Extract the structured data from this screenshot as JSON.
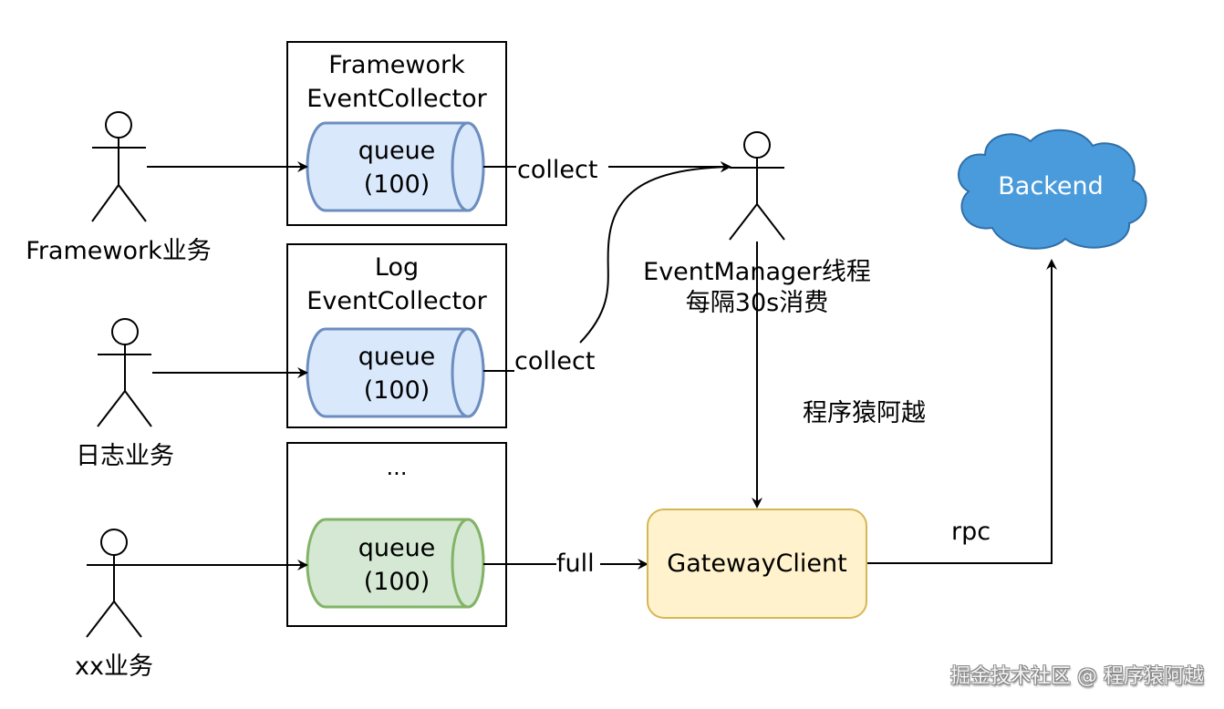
{
  "actors": [
    {
      "id": "framework",
      "label": "Framework业务"
    },
    {
      "id": "log",
      "label": "日志业务"
    },
    {
      "id": "xx",
      "label": "xx业务"
    },
    {
      "id": "event_manager",
      "label_line1": "EventManager线程",
      "label_line2": "每隔30s消费"
    }
  ],
  "collectors": [
    {
      "title_line1": "Framework",
      "title_line2": "EventCollector",
      "queue_line1": "queue",
      "queue_line2": "(100)",
      "color": "#dae8fc",
      "stroke": "#6c8ebf"
    },
    {
      "title_line1": "Log",
      "title_line2": "EventCollector",
      "queue_line1": "queue",
      "queue_line2": "(100)",
      "color": "#dae8fc",
      "stroke": "#6c8ebf"
    },
    {
      "title_line1": "...",
      "title_line2": "",
      "queue_line1": "queue",
      "queue_line2": "(100)",
      "color": "#d5e8d4",
      "stroke": "#82b366"
    }
  ],
  "edges": {
    "collect_1": "collect",
    "collect_2": "collect",
    "full": "full",
    "rpc": "rpc"
  },
  "gateway": {
    "label": "GatewayClient",
    "fill": "#fff2cc",
    "stroke": "#d6b656"
  },
  "backend": {
    "label": "Backend",
    "fill": "#4a9bdc",
    "stroke": "#2f6fa8"
  },
  "annotation": "程序猿阿越",
  "watermark": "掘金技术社区 @ 程序猿阿越"
}
